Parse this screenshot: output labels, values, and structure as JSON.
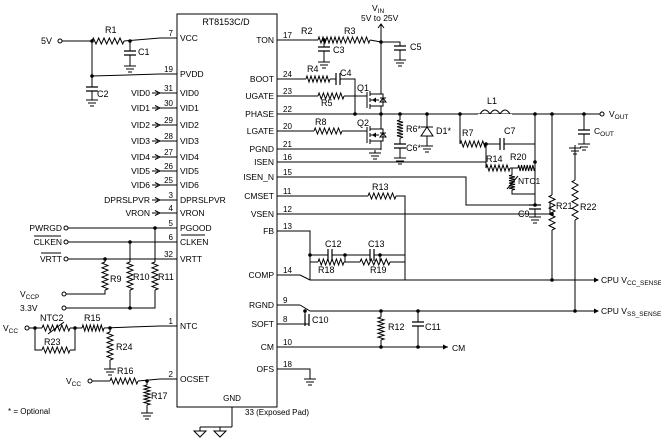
{
  "ic": {
    "name": "RT8153C/D",
    "gnd_label": "GND",
    "gnd_pin": "33 (Exposed Pad)",
    "left_pins": [
      {
        "num": "7",
        "name": "VCC"
      },
      {
        "num": "19",
        "name": "PVDD"
      },
      {
        "num": "31",
        "name": "VID0"
      },
      {
        "num": "30",
        "name": "VID1"
      },
      {
        "num": "29",
        "name": "VID2"
      },
      {
        "num": "28",
        "name": "VID3"
      },
      {
        "num": "27",
        "name": "VID4"
      },
      {
        "num": "26",
        "name": "VID5"
      },
      {
        "num": "25",
        "name": "VID6"
      },
      {
        "num": "3",
        "name": "DPRSLPVR"
      },
      {
        "num": "4",
        "name": "VRON"
      },
      {
        "num": "5",
        "name": "PGOOD"
      },
      {
        "num": "6",
        "name": "CLKEN"
      },
      {
        "num": "32",
        "name": "VRTT"
      },
      {
        "num": "1",
        "name": "NTC"
      },
      {
        "num": "2",
        "name": "OCSET"
      }
    ],
    "right_pins": [
      {
        "num": "17",
        "name": "TON"
      },
      {
        "num": "24",
        "name": "BOOT"
      },
      {
        "num": "23",
        "name": "UGATE"
      },
      {
        "num": "22",
        "name": "PHASE"
      },
      {
        "num": "20",
        "name": "LGATE"
      },
      {
        "num": "21",
        "name": "PGND"
      },
      {
        "num": "16",
        "name": "ISEN"
      },
      {
        "num": "15",
        "name": "ISEN_N"
      },
      {
        "num": "11",
        "name": "CMSET"
      },
      {
        "num": "12",
        "name": "VSEN"
      },
      {
        "num": "13",
        "name": "FB"
      },
      {
        "num": "14",
        "name": "COMP"
      },
      {
        "num": "9",
        "name": "RGND"
      },
      {
        "num": "8",
        "name": "SOFT"
      },
      {
        "num": "10",
        "name": "CM"
      },
      {
        "num": "18",
        "name": "OFS"
      }
    ]
  },
  "nets": {
    "five_v": "5V",
    "vin": "VIN",
    "vin_range": "5V to 25V",
    "vout": "VOUT",
    "cpu_vcc_sense": "CPU VCC_SENSE",
    "cpu_vss_sense": "CPU VSS_SENSE",
    "cm": "CM",
    "vccp": "VCCP",
    "v33": "3.3V",
    "vcc_ntc": "VCC",
    "vcc_ocset": "VCC"
  },
  "left_signals": [
    "VID0",
    "VID1",
    "VID2",
    "VID3",
    "VID4",
    "VID5",
    "VID6",
    "DPRSLPVR",
    "VRON",
    "PWRGD",
    "CLKEN",
    "VRTT"
  ],
  "components": {
    "R1": "R1",
    "C1": "C1",
    "C2": "C2",
    "R2": "R2",
    "C3": "C3",
    "R3": "R3",
    "C5": "C5",
    "R4": "R4",
    "C4": "C4",
    "R5": "R5",
    "Q1": "Q1",
    "Q2": "Q2",
    "R8": "R8",
    "R6": "R6*",
    "C6": "C6*",
    "D1": "D1*",
    "L1": "L1",
    "R7": "R7",
    "C7": "C7",
    "COUT": "COUT",
    "R14": "R14",
    "R20": "R20",
    "NTC1": "NTC1",
    "C9": "C9",
    "R21": "R21",
    "R22": "R22",
    "R13": "R13",
    "C12": "C12",
    "C13": "C13",
    "R18": "R18",
    "R19": "R19",
    "C10": "C10",
    "R12": "R12",
    "C11": "C11",
    "R9": "R9",
    "R10": "R10",
    "R11": "R11",
    "NTC2": "NTC2",
    "R15": "R15",
    "R23": "R23",
    "R24": "R24",
    "R16": "R16",
    "R17": "R17"
  },
  "footnote": "* = Optional"
}
